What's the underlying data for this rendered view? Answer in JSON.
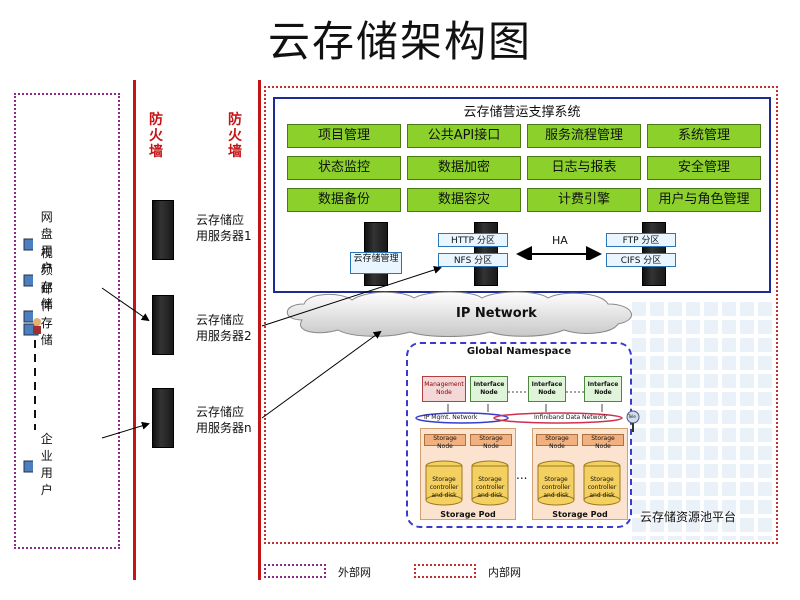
{
  "title": "云存储架构图",
  "firewall_label": "防火墙",
  "users": [
    {
      "label": "网盘用户",
      "icon": "user-computer-icon"
    },
    {
      "label": "视频存储",
      "icon": "user-computer-icon"
    },
    {
      "label": "邮件存储",
      "icon": "user-computer-icon"
    },
    {
      "label": "",
      "icon": "user-computer-icon"
    },
    {
      "label": "企业用户",
      "icon": "user-computer-icon"
    }
  ],
  "servers": [
    {
      "label_line1": "云存储应",
      "label_line2": "用服务器1"
    },
    {
      "label_line1": "云存储应",
      "label_line2": "用服务器2"
    },
    {
      "label_line1": "云存储应",
      "label_line2": "用服务器n"
    }
  ],
  "ops_system": {
    "title": "云存储营运支撑系统",
    "modules": [
      [
        "项目管理",
        "公共API接口",
        "服务流程管理",
        "系统管理"
      ],
      [
        "状态监控",
        "数据加密",
        "日志与报表",
        "安全管理"
      ],
      [
        "数据备份",
        "数据容灾",
        "计费引擎",
        "用户与角色管理"
      ]
    ],
    "mgmt_server_label": "云存储管理",
    "http_label": "HTTP 分区",
    "nfs_label": "NFS 分区",
    "ftp_label": "FTP 分区",
    "cifs_label": "CIFS 分区",
    "ha_label": "HA"
  },
  "network_label": "IP Network",
  "global_namespace": {
    "title": "Global Namespace",
    "management_node": "Management Node",
    "interface_node": "Interface Node",
    "ip_mgmt_network": "IP Mgmt. Network",
    "infiniband_network": "Infiniband Data Network",
    "storage_node": "Storage Node",
    "storage_controller": "Storage controller and disk",
    "storage_pod": "Storage Pod",
    "ellipsis": "...",
    "tele": "Tele"
  },
  "pool_label": "云存储资源池平台",
  "legend": {
    "external": "外部网",
    "internal": "内部网",
    "external_color": "#8a2a8a",
    "internal_color": "#c43030"
  },
  "colors": {
    "firewall": "#c51414",
    "module_green": "#8cd02c",
    "ops_border": "#1b2c94"
  }
}
